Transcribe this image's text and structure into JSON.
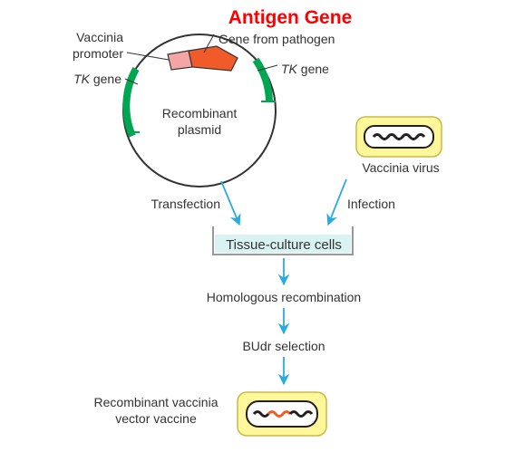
{
  "title": "Antigen Gene",
  "labels": {
    "gene_from_pathogen": "Gene from pathogen",
    "vaccinia_promoter_line1": "Vaccinia",
    "vaccinia_promoter_line2": "promoter",
    "tk_gene_left_italic": "TK",
    "tk_gene_left_rest": " gene",
    "tk_gene_right_italic": "TK",
    "tk_gene_right_rest": " gene",
    "plasmid_line1": "Recombinant",
    "plasmid_line2": "plasmid",
    "vaccinia_virus": "Vaccinia virus",
    "transfection": "Transfection",
    "infection": "Infection",
    "tissue_culture": "Tissue-culture cells",
    "homologous_recombination": "Homologous recombination",
    "budr_selection": "BUdr selection",
    "recombinant_line1": "Recombinant vaccinia",
    "recombinant_line2": "vector vaccine"
  },
  "colors": {
    "title": "#ff0000",
    "tk_gene": "#00a651",
    "antigen_gene": "#f15a29",
    "promoter": "#f4a6a6",
    "arrow": "#29abe2",
    "virus_fill": "#fff799",
    "virus_stroke": "#c9b84a",
    "culture_fill": "#d9f2f2",
    "dna": "#231f20"
  }
}
